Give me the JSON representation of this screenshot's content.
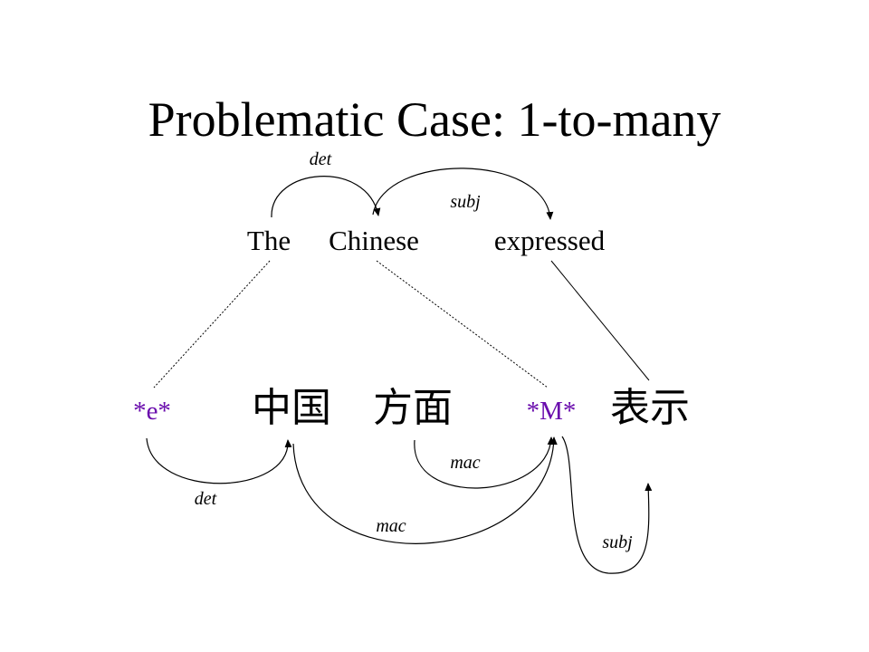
{
  "title": "Problematic Case: 1-to-many",
  "english": {
    "words": [
      "The",
      "Chinese",
      "expressed"
    ]
  },
  "chinese": {
    "words": [
      "*e*",
      "中国",
      "方面",
      "*M*",
      "表示"
    ],
    "empty_color": "#6a0dad"
  },
  "english_arcs": [
    {
      "label": "det",
      "from": "The",
      "to": "Chinese"
    },
    {
      "label": "subj",
      "from": "Chinese",
      "to": "expressed"
    }
  ],
  "chinese_arcs": [
    {
      "label": "det",
      "from": "*e*",
      "to": "中国"
    },
    {
      "label": "mac",
      "from": "方面",
      "to": "*M*"
    },
    {
      "label": "mac",
      "from": "中国",
      "to": "*M*"
    },
    {
      "label": "subj",
      "from": "*M*",
      "to": "表示"
    }
  ],
  "alignments": [
    {
      "from": "The",
      "to": "*e*",
      "style": "dotted"
    },
    {
      "from": "Chinese",
      "to": "*M*",
      "style": "dotted"
    },
    {
      "from": "expressed",
      "to": "表示",
      "style": "solid"
    }
  ]
}
